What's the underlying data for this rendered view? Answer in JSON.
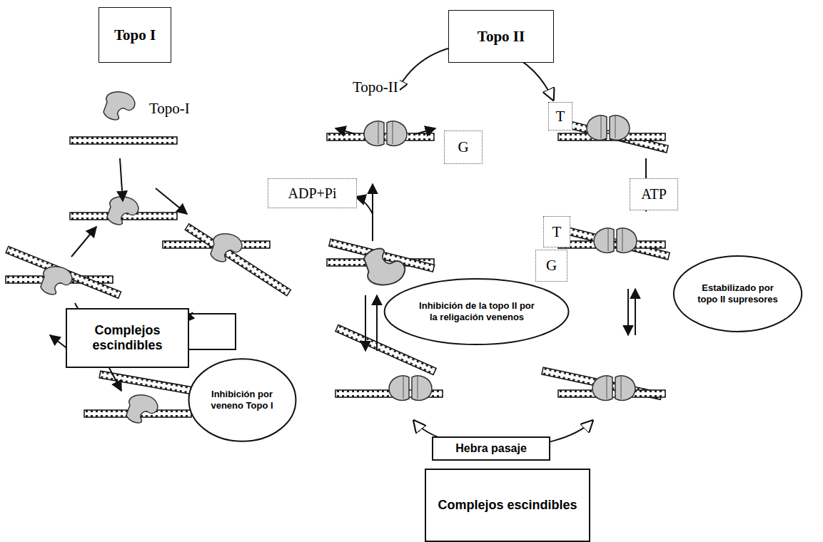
{
  "diagram": {
    "nodes": [
      {
        "text": [
          "Topo I"
        ]
      },
      {
        "text": [
          "Topo II"
        ]
      },
      {
        "text": [
          "G"
        ]
      },
      {
        "text": [
          "T"
        ]
      },
      {
        "text": [
          "ADP+Pi"
        ]
      },
      {
        "text": [
          "ATP"
        ]
      },
      {
        "text": [
          "T"
        ]
      },
      {
        "text": [
          "G"
        ]
      },
      {
        "text": [
          "Estabilizado por topo II supresores"
        ]
      },
      {
        "text": [
          "Inhibición de la topo II por la religación venenos"
        ]
      },
      {
        "text": [
          "Complejos escindibles"
        ]
      },
      {
        "text": [
          "Inhibición por veneno Topo I"
        ]
      },
      {
        "text": [
          "Hebra pasaje"
        ]
      },
      {
        "text": [
          "Complejos escindibles"
        ]
      }
    ],
    "labels": [
      "Topo-I",
      "Topo-II"
    ]
  }
}
